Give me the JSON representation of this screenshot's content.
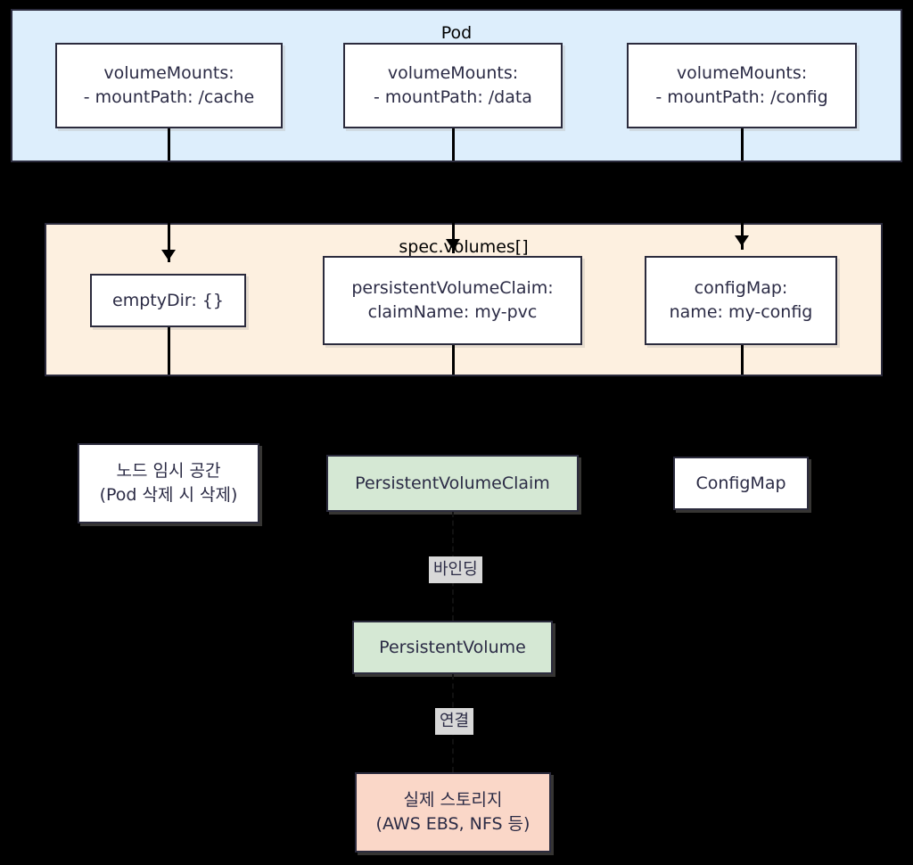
{
  "diagram": {
    "title_pod": "Pod",
    "title_volumes": "spec.volumes[]"
  },
  "pod_group": {
    "label": "Pod",
    "containers": [
      {
        "line1": "volumeMounts:",
        "line2": "- mountPath: /cache"
      },
      {
        "line1": "volumeMounts:",
        "line2": "- mountPath: /data"
      },
      {
        "line1": "volumeMounts:",
        "line2": "- mountPath: /config"
      }
    ]
  },
  "volumes_group": {
    "label": "spec.volumes[]",
    "volumes": [
      {
        "line1": "emptyDir: {}",
        "line2": ""
      },
      {
        "line1": "persistentVolumeClaim:",
        "line2": "claimName: my-pvc"
      },
      {
        "line1": "configMap:",
        "line2": "name: my-config"
      }
    ]
  },
  "backing": [
    {
      "line1": "노드 임시 공간",
      "line2": "(Pod 삭제 시 삭제)",
      "fill": "#ffffff"
    },
    {
      "line1": "PersistentVolumeClaim",
      "line2": "",
      "fill": "#d5e8d4"
    },
    {
      "line1": "ConfigMap",
      "line2": "",
      "fill": "#ffffff"
    }
  ],
  "storage_chain": {
    "binding_label": "바인딩",
    "persistent_volume": {
      "line1": "PersistentVolume",
      "fill": "#d5e8d4"
    },
    "connect_label": "연결",
    "real_storage": {
      "line1": "실제 스토리지",
      "line2": "(AWS EBS, NFS 등)",
      "fill": "#fad7c8"
    }
  },
  "colors": {
    "pod_bg": "#ddeefc",
    "volumes_bg": "#fdf0e0",
    "border": "#2b2b3d",
    "green": "#d5e8d4",
    "pink": "#fad7c8",
    "label_bg": "#d8d8d8",
    "page_bg": "#000000"
  }
}
